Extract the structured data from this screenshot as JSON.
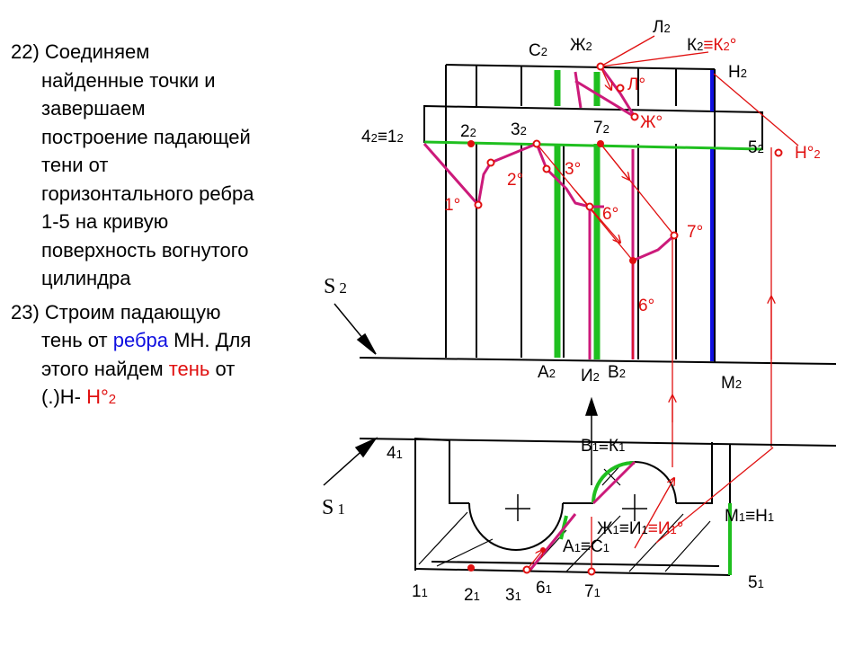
{
  "steps": [
    {
      "number": "22)",
      "first_line": "Соединяем",
      "lines": [
        "найденные точки и",
        "завершаем",
        "построение падающей",
        "тени от",
        "горизонтального ребра",
        "1-5 на кривую",
        "поверхность вогнутого",
        "цилиндра"
      ]
    },
    {
      "number": "23)",
      "first_line": "Строим падающую",
      "line2_a": "тень от ",
      "line2_blue": "ребра",
      "line2_b": " МН. Для",
      "line3_a": "этого найдем ",
      "line3_red": "тень",
      "line3_b": " от",
      "line4_a": "(.)Н- ",
      "line4_red": "Н°",
      "line4_red_sub": "2"
    }
  ],
  "labels": {
    "L2": "Л",
    "L2_sub": "2",
    "K2": "К",
    "K2_sub": "2",
    "K2o": "≡К",
    "K2o_sub": "2",
    "K2o_sup": "°",
    "S2c": "С",
    "S2c_sub": "2",
    "ZH2": "Ж",
    "ZH2_sub": "2",
    "N2": "Н",
    "N2_sub": "2",
    "Lo": "Л°",
    "ZHo": "Ж°",
    "p42": "4",
    "p42_sub": "2",
    "p12": "≡1",
    "p12_sub": "2",
    "p22": "2",
    "p22_sub": "2",
    "p32": "3",
    "p32_sub": "2",
    "p72": "7",
    "p72_sub": "2",
    "p52": "5",
    "p52_sub": "2",
    "No2": "Н°",
    "No2_sub": "2",
    "p3o": "3°",
    "p2o": "2°",
    "p1o": "1°",
    "p6o_a": "6°",
    "p7o": "7°",
    "p6o_b": "6°",
    "S2": "S",
    "S2_sub": "2",
    "A2": "А",
    "A2_sub": "2",
    "I2": "И",
    "I2_sub": "2",
    "V2": "В",
    "V2_sub": "2",
    "M2": "М",
    "M2_sub": "2",
    "p41": "4",
    "p41_sub": "1",
    "V1K1": "В",
    "V1K1_sub": "1",
    "V1K1_b": "≡К",
    "V1K1_b_sub": "1",
    "S1": "S",
    "S1_sub": "1",
    "ZH1": "Ж",
    "ZH1_sub": "1",
    "I1": "≡И",
    "I1_sub": "1",
    "I1o": "≡И",
    "I1o_sub": "1",
    "I1o_sup": "°",
    "M1N1": "М",
    "M1N1_sub": "1",
    "N1": "≡Н",
    "N1_sub": "1",
    "A1S1": "А",
    "A1S1_sub": "1",
    "S1c": "≡С",
    "S1c_sub": "1",
    "p11": "1",
    "p11_sub": "1",
    "p21": "2",
    "p21_sub": "1",
    "p31": "3",
    "p31_sub": "1",
    "p61": "6",
    "p61_sub": "1",
    "p71": "7",
    "p71_sub": "1",
    "p51": "5",
    "p51_sub": "1"
  },
  "colors": {
    "outline": "#000000",
    "shadow_line": "#cc1a7a",
    "construction": "#e01010",
    "edge_green": "#1fbf1f",
    "edge_blue": "#1010e0"
  }
}
